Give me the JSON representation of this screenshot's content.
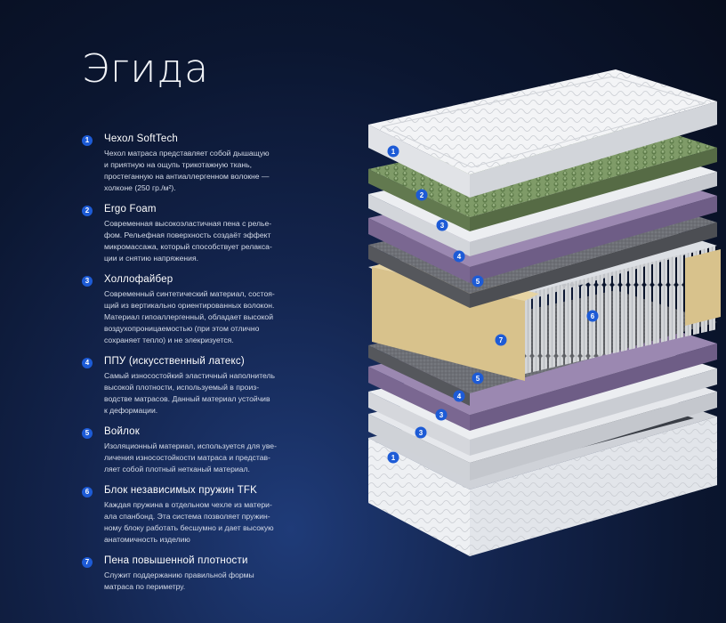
{
  "title": "Эгида",
  "layers": [
    {
      "num": "1",
      "name": "Чехол SoftTech",
      "desc": "Чехол матраса представляет собой дышащую\nи приятную на ощупь трикотажную ткань,\nпростеганную на антиаллергенном волокне —\nхолконе (250 гр./м²)."
    },
    {
      "num": "2",
      "name": "Ergo Foam",
      "desc": "Современная высокоэластичная пена с релье-\nфом.  Рельефная поверхность создаёт эффект\nмикромассажа, который способствует релакса-\nции и снятию напряжения."
    },
    {
      "num": "3",
      "name": "Холлофайбер",
      "desc": "Современный синтетический материал, состоя-\nщий из вертикально ориентированных волокон.\nМатериал гипоаллергенный, обладает высокой\nвоздухопроницаемостью (при этом отлично\nсохраняет тепло) и не элекризуется."
    },
    {
      "num": "4",
      "name": "ППУ (искусственный латекс)",
      "desc": "Самый износостойкий эластичный наполнитель\nвысокой плотности, используемый в произ-\nводстве матрасов. Данный материал устойчив\nк деформации."
    },
    {
      "num": "5",
      "name": "Войлок",
      "desc": "Изоляционный материал, используется для уве-\nличения износостойкости матраса и представ-\nляет собой плотный нетканый материал."
    },
    {
      "num": "6",
      "name": "Блок независимых пружин TFK",
      "desc": "Каждая пружина в отдельном чехле из матери-\nала спанбонд. Эта система позволяет пружин-\nному блоку работать бесшумно и дает высокую\nанатомичность изделию"
    },
    {
      "num": "7",
      "name": "Пена повышенной плотности",
      "desc": "Служит поддержанию правильной формы\nматраса по периметру."
    }
  ],
  "markers": [
    "1",
    "2",
    "3",
    "4",
    "5",
    "6",
    "7",
    "5",
    "4",
    "3",
    "3",
    "1"
  ],
  "colors": {
    "accent": "#1d5bd6",
    "cover": "#e9ebee",
    "ergo_foam": "#7f9b68",
    "hollofiber": "#d9dbe0",
    "latex": "#8e7aa3",
    "felt": "#6d6f75",
    "perimeter_foam": "#d8c28c"
  }
}
